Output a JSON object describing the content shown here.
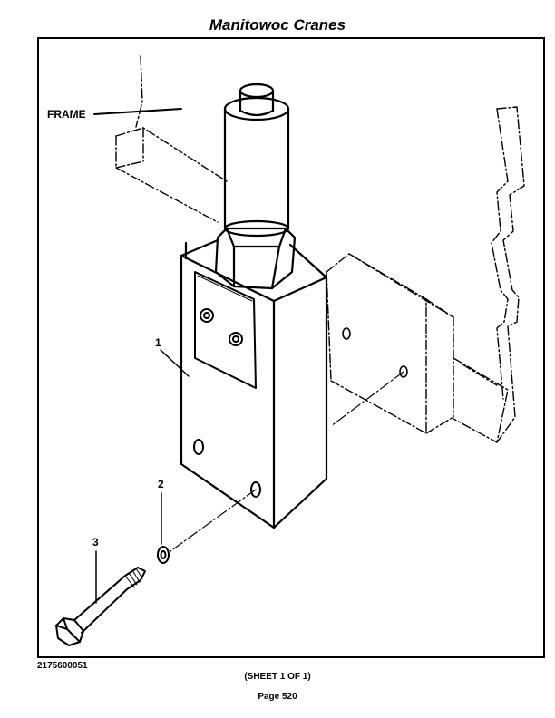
{
  "header": {
    "title": "Manitowoc Cranes"
  },
  "drawing": {
    "frame_label": "FRAME",
    "callouts": [
      "1",
      "2",
      "3"
    ]
  },
  "footer": {
    "drawing_number": "2175600051",
    "sheet": "(SHEET 1 OF 1)",
    "page": "Page 520"
  }
}
